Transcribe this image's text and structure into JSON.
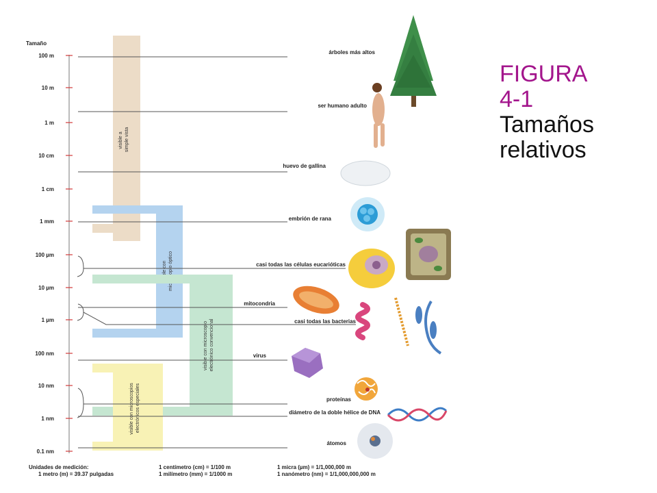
{
  "caption": {
    "figure_label": "FIGURA",
    "figure_number": "4-1",
    "line1": "Tamaños",
    "line2": "relativos",
    "label_color": "#a3158c"
  },
  "scale": {
    "title": "Tamaño",
    "ticks": [
      "100 m",
      "10 m",
      "1 m",
      "10 cm",
      "1 cm",
      "1 mm",
      "100 µm",
      "10 µm",
      "1 µm",
      "100 nm",
      "10 nm",
      "1 nm",
      "0.1 nm"
    ]
  },
  "ranges": {
    "naked_eye": {
      "line1": "visible a",
      "line2": "simple vista",
      "color": "#ecdcc7"
    },
    "light_microscope": {
      "line1": "visible con",
      "line2": "microscopio óptico",
      "color": "#b4d3ef"
    },
    "electron_microscope": {
      "line1": "visible con microscopio",
      "line2": "electrónico convencional",
      "color": "#c5e6d1"
    },
    "special_microscope": {
      "line1": "visible con microscopios",
      "line2": "electrónicos especiales",
      "color": "#f8f2b5"
    }
  },
  "items": [
    {
      "label": "árboles más altos",
      "icon": "tree-icon"
    },
    {
      "label": "ser humano adulto",
      "icon": "human-icon"
    },
    {
      "label": "huevo de gallina",
      "icon": "egg-icon"
    },
    {
      "label": "embrión de rana",
      "icon": "frog-embryo-icon"
    },
    {
      "label": "casi todas las células eucarióticas",
      "icon": "eukaryotic-cell-icon"
    },
    {
      "label": "mitocondria",
      "icon": "mitochondria-icon"
    },
    {
      "label": "casi todas las bacterias",
      "icon": "bacteria-icon"
    },
    {
      "label": "virus",
      "icon": "virus-icon"
    },
    {
      "label": "proteínas",
      "icon": "protein-icon"
    },
    {
      "label": "diámetro de la doble hélice de DNA",
      "icon": "dna-helix-icon"
    },
    {
      "label": "átomos",
      "icon": "atom-icon"
    }
  ],
  "units": {
    "heading": "Unidades de medición:",
    "c1a": "1 metro (m) = 39.37 pulgadas",
    "c2a": "1 centímetro (cm) = 1/100 m",
    "c2b": "1 milímetro (mm) = 1/1000 m",
    "c3a": "1 micra (µm) = 1/1,000,000 m",
    "c3b": "1 nanómetro (nm) = 1/1,000,000,000 m"
  }
}
